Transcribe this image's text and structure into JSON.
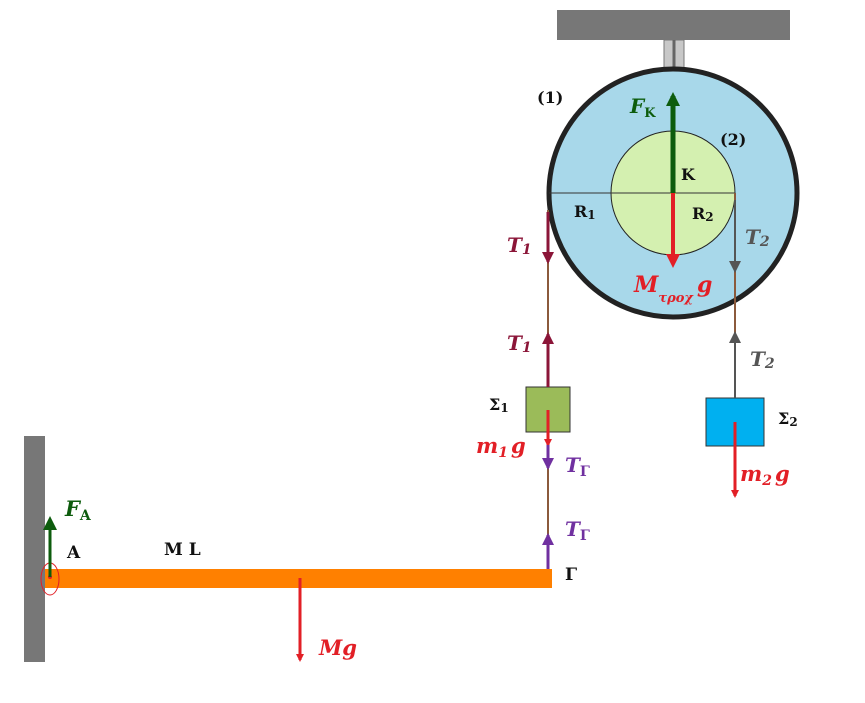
{
  "labels": {
    "pulley_outer": "(1)",
    "pulley_inner": "(2)",
    "center": "K",
    "r1": "R",
    "r1_sub": "1",
    "r2": "R",
    "r2_sub": "2",
    "fk": "F",
    "fk_sub": "K",
    "weight_pulley_m": "M",
    "weight_pulley_sub": "τροχ",
    "weight_pulley_g": "g",
    "t1_top": "T",
    "t1_top_sub": "1",
    "t1_bottom": "T",
    "t1_bottom_sub": "1",
    "t2_top": "T",
    "t2_top_sub": "2",
    "t2_bottom": "T",
    "t2_bottom_sub": "2",
    "sigma1": "Σ",
    "sigma1_sub": "1",
    "sigma2": "Σ",
    "sigma2_sub": "2",
    "m1g_m": "m",
    "m1g_sub": "1",
    "m1g_g": "g",
    "m2g_m": "m",
    "m2g_sub": "2",
    "m2g_g": "g",
    "tg_top": "T",
    "tg_top_sub": "Γ",
    "tg_bottom": "T",
    "tg_bottom_sub": "Γ",
    "fa": "F",
    "fa_sub": "A",
    "point_a": "A",
    "rod_label": "M L",
    "point_g": "Γ",
    "mg": "Mg"
  },
  "colors": {
    "wall": "#777777",
    "pulley_outer": "#a8d8ea",
    "pulley_inner": "#d4f0b0",
    "rod": "#ff8000",
    "block1": "#9bbb59",
    "block2": "#00b0f0",
    "red_arrow": "#e21f26",
    "green_arrow": "#0d5c0d",
    "maroon_arrow": "#8b1538",
    "gray_arrow": "#555555",
    "purple_arrow": "#7030a0"
  }
}
